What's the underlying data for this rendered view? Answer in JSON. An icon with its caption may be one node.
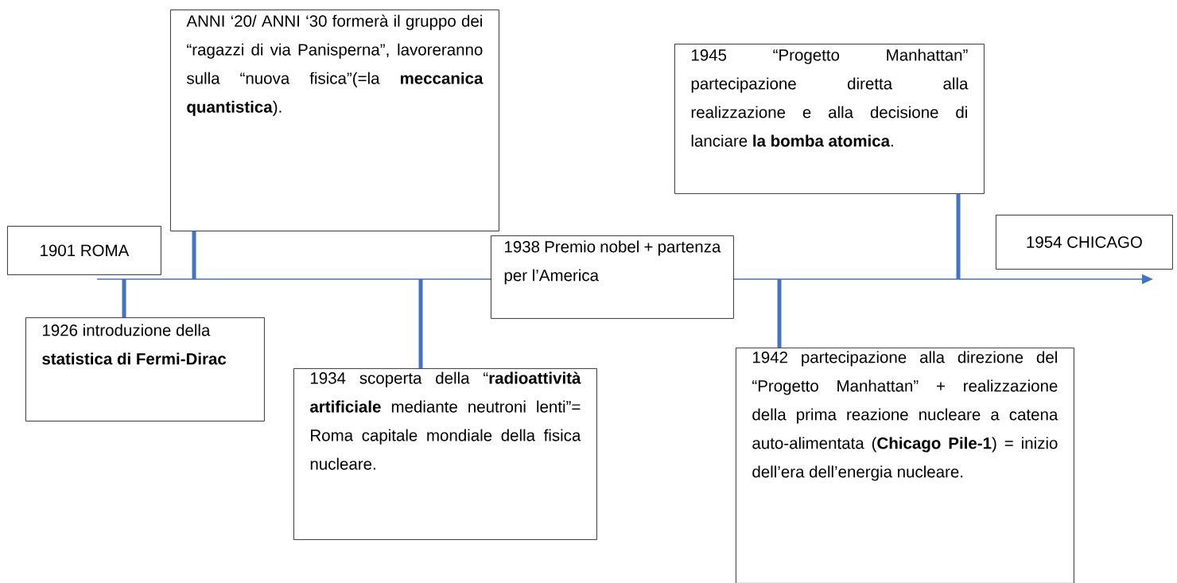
{
  "diagram": {
    "nodes": [
      {
        "text": [
          "ANNI ‘20/ ANNI ‘30 formerà il gruppo dei “ragazzi di via Panisperna”, lavoreranno sulla “nuova fisica”(=la **meccanica quantistica**)."
        ]
      },
      {
        "text": [
          "1945 “Progetto Manhattan” partecipazione diretta alla realizzazione e alla decisione di lanciare **la bomba atomica**."
        ]
      },
      {
        "text": [
          "1901 ROMA"
        ]
      },
      {
        "text": [
          "1938 Premio nobel + partenza per l’America"
        ]
      },
      {
        "text": [
          "1954 CHICAGO"
        ]
      },
      {
        "text": [],
        "shape": "line"
      },
      {
        "text": [
          "1926 introduzione della **statistica di Fermi-Dirac**"
        ]
      },
      {
        "text": [
          "1934 scoperta della “**radioattività artificiale** mediante neutroni lenti”= Roma capitale mondiale della fisica nucleare."
        ]
      },
      {
        "text": [
          "1942 partecipazione alla direzione del “Progetto Manhattan” + realizzazione della prima reazione nucleare a catena auto-alimentata (**Chicago Pile-1**) = inizio dell’era dell’energia nucleare."
        ]
      }
    ],
    "edges": [
      {
        "from": 5,
        "to": 0,
        "arrow": "none"
      },
      {
        "from": 5,
        "to": 1,
        "arrow": "none"
      },
      {
        "from": 5,
        "to": 6,
        "arrow": "none"
      },
      {
        "from": 5,
        "to": 7,
        "arrow": "none"
      },
      {
        "from": 5,
        "to": 8,
        "arrow": "none"
      }
    ]
  }
}
